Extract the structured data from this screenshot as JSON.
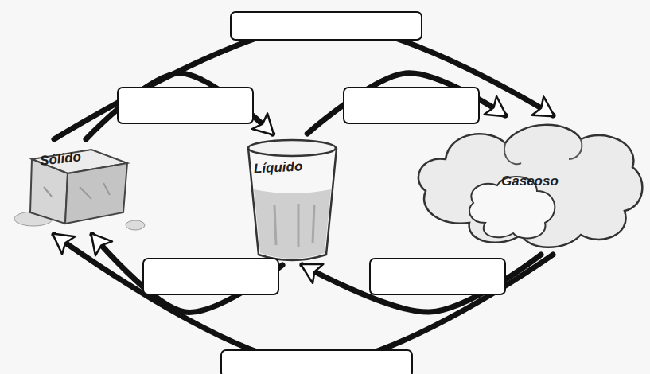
{
  "diagram": {
    "nodes": [
      {
        "text": [
          "Sólido"
        ]
      },
      {
        "text": [
          "Líquido"
        ]
      },
      {
        "text": [
          "Gaseoso"
        ]
      }
    ],
    "edges": [
      {
        "from": 0,
        "to": 1,
        "arrow": "to"
      },
      {
        "from": 1,
        "to": 2,
        "arrow": "to"
      },
      {
        "from": 0,
        "to": 2,
        "arrow": "to"
      },
      {
        "from": 2,
        "to": 1,
        "arrow": "to"
      },
      {
        "from": 1,
        "to": 0,
        "arrow": "to"
      },
      {
        "from": 2,
        "to": 0,
        "arrow": "to"
      }
    ]
  }
}
